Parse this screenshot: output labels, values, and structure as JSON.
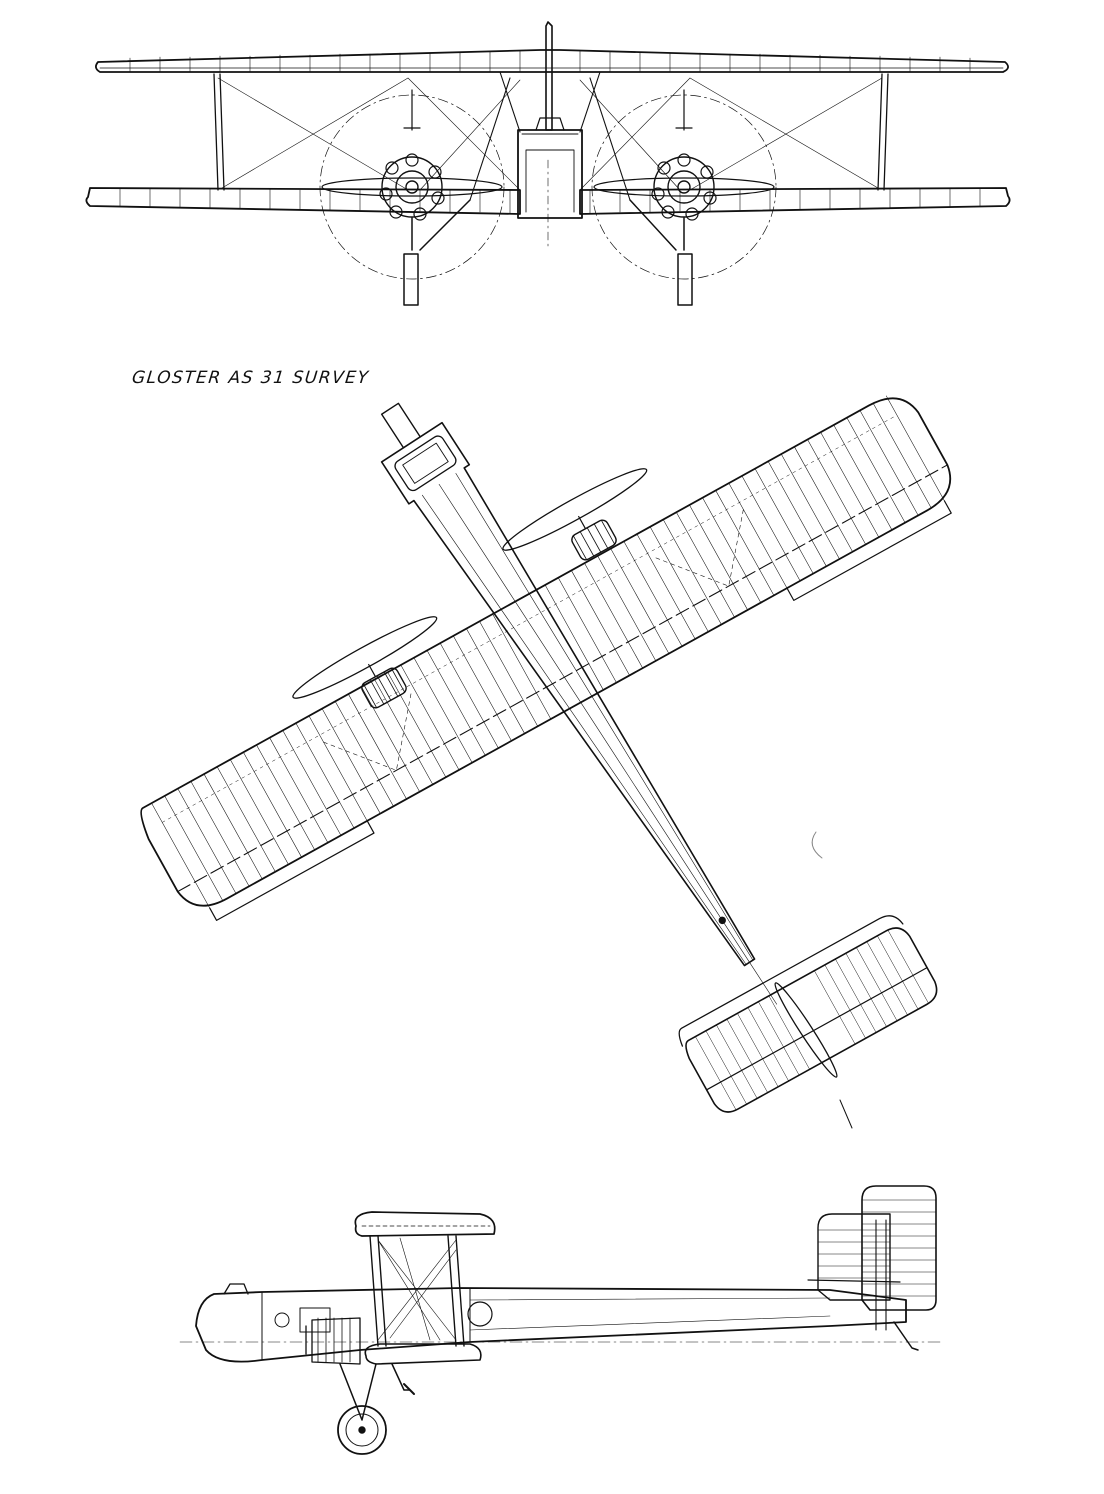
{
  "title": "GLOSTER AS 31 SURVEY",
  "views": [
    "front",
    "plan",
    "side"
  ],
  "colors": {
    "ink": "#111111",
    "background": "#ffffff"
  },
  "features": {
    "engines": 2,
    "wings": "biplane",
    "tail": "biplane tail with twin fins"
  }
}
